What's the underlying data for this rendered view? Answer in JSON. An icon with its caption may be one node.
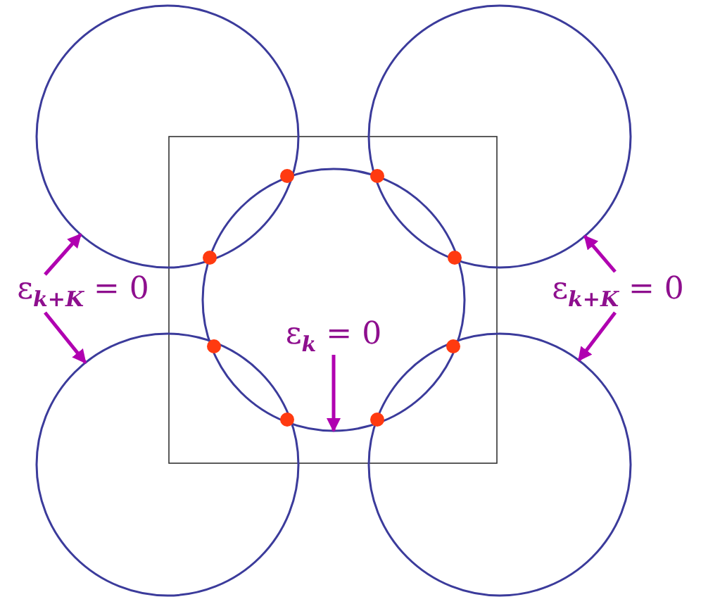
{
  "diagram": {
    "nodes": [
      {
        "text": [],
        "shape": "circle"
      },
      {
        "text": [],
        "shape": "circle"
      },
      {
        "text": [],
        "shape": "circle"
      },
      {
        "text": [
          "ε$_{k+K}$ = 0"
        ]
      },
      {
        "text": [
          "ε$_{k}$ = 0"
        ],
        "in": 2
      },
      {
        "text": [
          "ε$_{k+K}$ = 0"
        ]
      },
      {
        "text": [],
        "shape": "circle"
      },
      {
        "text": [],
        "shape": "circle"
      }
    ],
    "edges": [
      {
        "from": 3,
        "to": 0,
        "arrow": "to"
      },
      {
        "from": 3,
        "to": 6,
        "arrow": "to"
      },
      {
        "from": 4,
        "to": 2,
        "arrow": "to"
      },
      {
        "from": 5,
        "to": 1,
        "arrow": "to"
      },
      {
        "from": 5,
        "to": 7,
        "arrow": "to"
      }
    ]
  }
}
